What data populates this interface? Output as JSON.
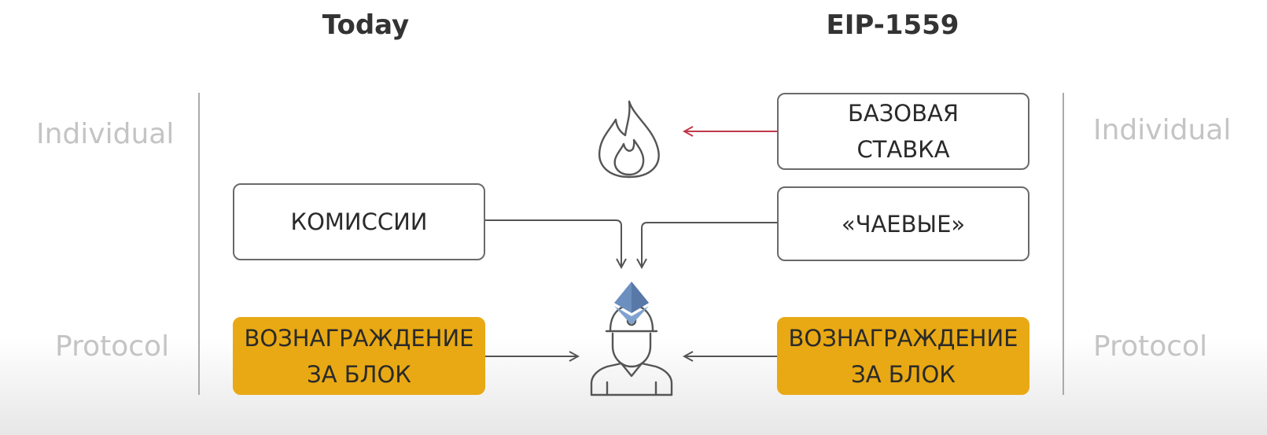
{
  "columns": {
    "left_title": "Today",
    "right_title": "EIP-1559"
  },
  "side_labels": {
    "left_individual": "Individual",
    "left_protocol": "Protocol",
    "right_individual": "Individual",
    "right_protocol": "Protocol"
  },
  "boxes": {
    "base_fee_line1": "БАЗОВАЯ",
    "base_fee_line2": "СТАВКА",
    "fees": "КОМИССИИ",
    "tips": "«ЧАЕВЫЕ»",
    "left_reward_line1": "ВОЗНАГРАЖДЕНИЕ",
    "left_reward_line2": "ЗА БЛОК",
    "right_reward_line1": "ВОЗНАГРАЖДЕНИЕ",
    "right_reward_line2": "ЗА БЛОК"
  },
  "colors": {
    "reward_box": "#e8a914",
    "burn_arrow": "#c0394a",
    "eth_diamond": "#6b8fbf"
  },
  "icons": [
    "fire-icon",
    "miner-icon",
    "ethereum-icon"
  ]
}
